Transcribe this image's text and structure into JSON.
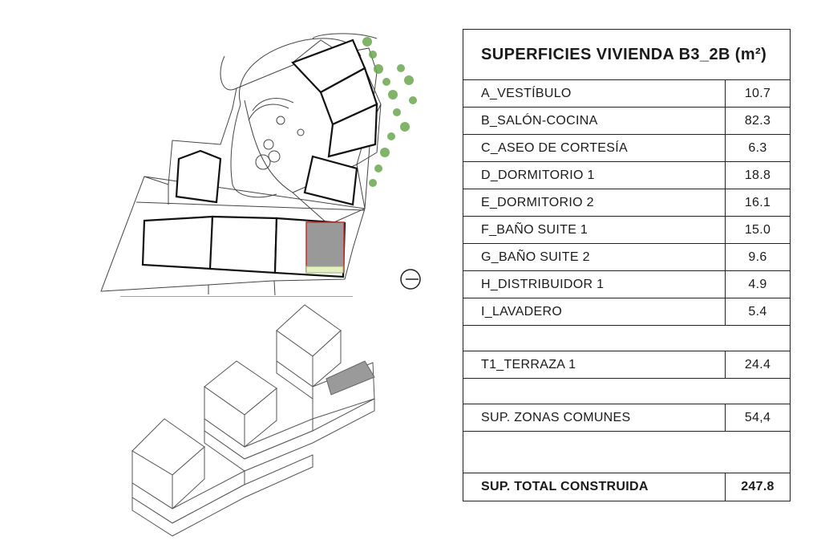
{
  "table": {
    "title": "SUPERFICIES VIVIENDA B3_2B (m²)",
    "rows": [
      {
        "label": "A_VESTÍBULO",
        "value": "10.7"
      },
      {
        "label": "B_SALÓN-COCINA",
        "value": "82.3"
      },
      {
        "label": "C_ASEO DE CORTESÍA",
        "value": "6.3"
      },
      {
        "label": "D_DORMITORIO 1",
        "value": "18.8"
      },
      {
        "label": "E_DORMITORIO 2",
        "value": "16.1"
      },
      {
        "label": "F_BAÑO SUITE 1",
        "value": "15.0"
      },
      {
        "label": "G_BAÑO SUITE 2",
        "value": "9.6"
      },
      {
        "label": "H_DISTRIBUIDOR 1",
        "value": "4.9"
      },
      {
        "label": "I_LAVADERO",
        "value": "5.4"
      }
    ],
    "terrace": {
      "label": "T1_TERRAZA 1",
      "value": "24.4"
    },
    "common": {
      "label": "SUP. ZONAS COMUNES",
      "value": "54,4"
    },
    "total": {
      "label": "SUP. TOTAL CONSTRUIDA",
      "value": "247.8"
    }
  },
  "plan": {
    "highlight_color": "#999999",
    "highlight_border": "#c0302a",
    "vegetation_color": "#6aa84f"
  }
}
